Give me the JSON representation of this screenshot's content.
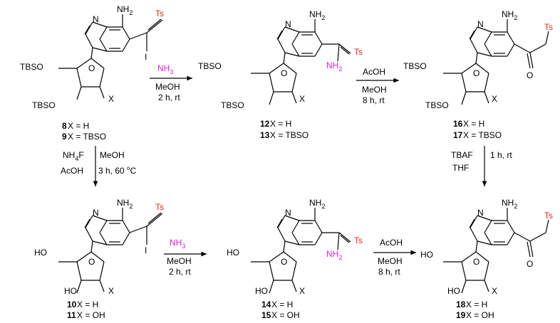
{
  "colors": {
    "ink": "#000000",
    "tosyl": "#e8281e",
    "ammonia": "#e61bd6"
  },
  "labels": {
    "nh2": "NH",
    "sub2": "2",
    "sub3": "3",
    "sub4": "4",
    "ts": "Ts",
    "tbso": "TBSO",
    "ho": "HO",
    "iodo": "I",
    "x": "X",
    "o_ring": "O",
    "o_keto": "O",
    "n": "N",
    "nh": "NH",
    "degree": "o"
  },
  "reagents": {
    "r1": {
      "nh3": "NH",
      "line2": "MeOH",
      "line3": "2 h, rt"
    },
    "r2": {
      "line1": "AcOH",
      "line2": "MeOH",
      "line3": "8 h, rt"
    },
    "r3": {
      "nh4f": "NH",
      "fpart": "F",
      "acoh": "AcOH",
      "meoh": "MeOH",
      "cond": "3 h, 60 ",
      "degc": "C"
    },
    "r4": {
      "line1": "TBAF",
      "line2": "THF",
      "line3": "1 h, rt"
    },
    "r5": {
      "nh3": "NH",
      "line2": "MeOH",
      "line3": "2 h, rt"
    },
    "r6": {
      "line1": "AcOH",
      "line2": "MeOH",
      "line3": "8 h, rt"
    }
  },
  "compounds": {
    "c8": {
      "num": "8",
      "text": " X = H"
    },
    "c9": {
      "num": "9",
      "text": " X = TBSO"
    },
    "c12": {
      "num": "12",
      "text": " X = H"
    },
    "c13": {
      "num": "13",
      "text": " X = TBSO"
    },
    "c16": {
      "num": "16",
      "text": " X = H"
    },
    "c17": {
      "num": "17",
      "text": " X = TBSO"
    },
    "c10": {
      "num": "10",
      "text": " X = H"
    },
    "c11": {
      "num": "11",
      "text": " X = OH"
    },
    "c14": {
      "num": "14",
      "text": " X = H"
    },
    "c15": {
      "num": "15",
      "text": " X = OH"
    },
    "c18": {
      "num": "18",
      "text": " X = H"
    },
    "c19": {
      "num": "19",
      "text": " X = OH"
    }
  }
}
